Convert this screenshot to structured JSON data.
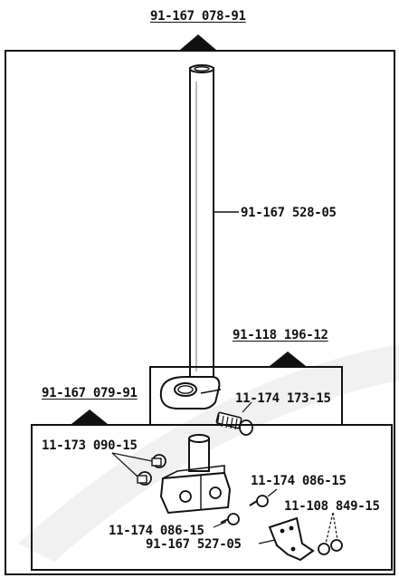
{
  "assemblies": {
    "top": "91-167 078-91",
    "collar": "91-118 196-12",
    "head": "91-167 079-91"
  },
  "parts": {
    "bar": "91-167 528-05",
    "collar_screw": "11-174 173-15",
    "set_screws": "11-173 090-15",
    "screw_upper": "11-174 086-15",
    "screw_lower": "11-174 086-15",
    "bracket": "91-167 527-05",
    "bracket_screws": "11-108 849-15"
  }
}
